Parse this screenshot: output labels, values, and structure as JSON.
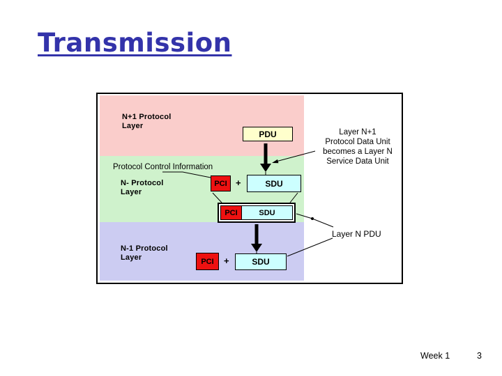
{
  "slide": {
    "title": "Transmission",
    "footer": {
      "week": "Week 1",
      "page": "3"
    }
  },
  "diagram": {
    "layers": [
      {
        "name": "layer-n-plus-1",
        "label_line1": "N+1 Protocol",
        "label_line2": "Layer",
        "band_color": "#FACDCB"
      },
      {
        "name": "layer-n",
        "label_line1": "N- Protocol",
        "label_line2": "Layer",
        "band_color": "#CFF2CC"
      },
      {
        "name": "layer-n-minus-1",
        "label_line1": "N-1 Protocol",
        "label_line2": "Layer",
        "band_color": "#CCCCF2"
      }
    ],
    "box_labels": {
      "pdu": "PDU",
      "pci": "PCI",
      "sdu": "SDU",
      "plus": "+"
    },
    "annotations": {
      "pci_expansion": "Protocol Control Information",
      "note_line1": "Layer N+1",
      "note_line2": "Protocol Data Unit",
      "note_line3": "becomes a Layer N",
      "note_line4": "Service Data Unit",
      "layer_n_pdu": "Layer N PDU"
    },
    "colors": {
      "pdu_box": "#FFFFCC",
      "pci_box": "#EE1111",
      "sdu_box": "#CCFFFF",
      "title": "#3333AA",
      "outline": "#000000"
    }
  }
}
